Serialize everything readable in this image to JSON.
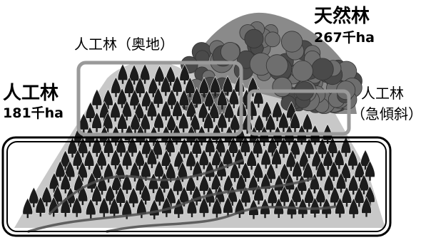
{
  "natural_forest": {
    "title": "天然林",
    "area": "267千ha"
  },
  "planted_forest": {
    "title": "人工林",
    "area": "181千ha"
  },
  "label_remote": "人工林（奥地）",
  "label_steep": {
    "line1": "人工林",
    "line2": "（急傾斜）"
  },
  "colors": {
    "natural_tree": "#6e6e6e",
    "natural_tree_dark": "#4a4a4a",
    "planted_tree": "#1c1c1c",
    "ground": "#c8c8c8",
    "road": "#4e4e4e",
    "highlight_box": "#9a9a9a",
    "main_box": "#000000"
  }
}
